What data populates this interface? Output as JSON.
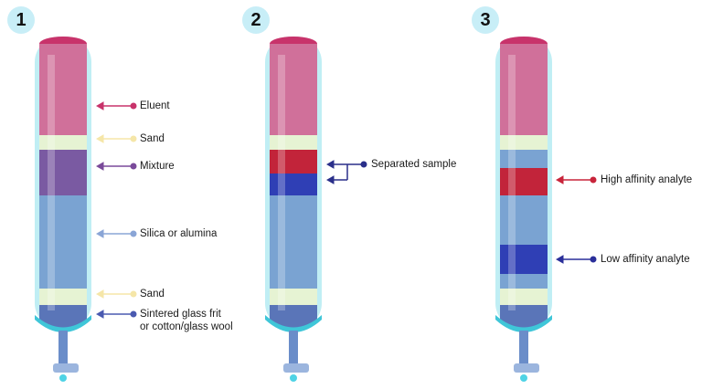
{
  "steps": [
    "1",
    "2",
    "3"
  ],
  "labels": {
    "eluent": "Eluent",
    "sand_top": "Sand",
    "mixture": "Mixture",
    "silica": "Silica or alumina",
    "sand_bottom": "Sand",
    "frit_line1": "Sintered glass frit",
    "frit_line2": "or cotton/glass wool",
    "separated": "Separated sample",
    "high_affinity": "High affinity analyte",
    "low_affinity": "Low affinity analyte"
  },
  "colors": {
    "eluent": "#d0709a",
    "eluent_top": "#c8336b",
    "sand": "#e6f3d3",
    "mixture": "#7a5aa2",
    "silica": "#7aa3d2",
    "red_band": "#c2243a",
    "blue_band": "#2f3fb5",
    "glass": "#9fe3ef",
    "arrow_eluent": "#c8336b",
    "arrow_sand": "#f5e6a8",
    "arrow_mixture": "#7a4a9a",
    "arrow_silica": "#8aa5d6",
    "arrow_frit": "#4a5ab0",
    "arrow_separated": "#2a2f8a",
    "arrow_high": "#c8243a",
    "arrow_low": "#2a2f9a"
  }
}
